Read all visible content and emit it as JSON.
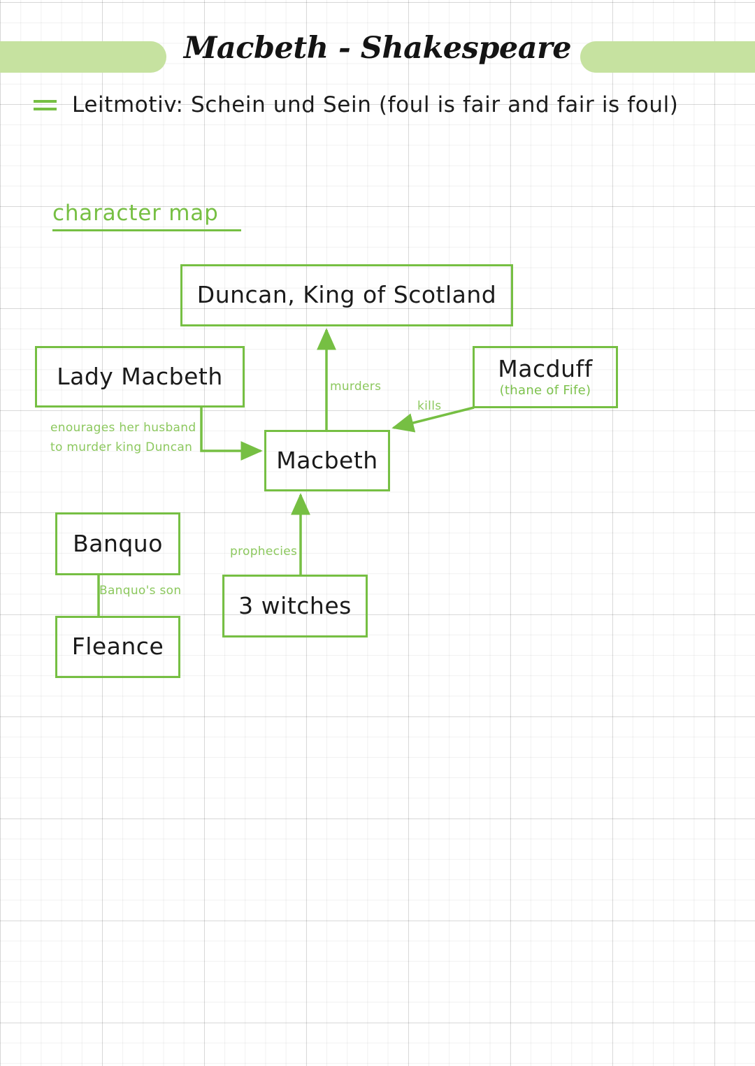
{
  "header": {
    "title": "Macbeth - Shakespeare",
    "highlight_color": "#c6e2a0",
    "leitmotiv_icon": "list-lines-icon",
    "leitmotiv": "Leitmotiv: Schein und Sein (foul is fair and fair is foul)"
  },
  "section": {
    "heading": "character map",
    "accent_color": "#76bf43"
  },
  "nodes": [
    {
      "id": "duncan",
      "label": "Duncan, King of Scotland",
      "sub": ""
    },
    {
      "id": "lady",
      "label": "Lady Macbeth",
      "sub": ""
    },
    {
      "id": "macduff",
      "label": "Macduff",
      "sub": "(thane of Fife)"
    },
    {
      "id": "macbeth",
      "label": "Macbeth",
      "sub": ""
    },
    {
      "id": "banquo",
      "label": "Banquo",
      "sub": ""
    },
    {
      "id": "fleance",
      "label": "Fleance",
      "sub": ""
    },
    {
      "id": "witches",
      "label": "3 witches",
      "sub": ""
    }
  ],
  "edges": [
    {
      "from": "macbeth",
      "to": "duncan",
      "label": "murders"
    },
    {
      "from": "macduff",
      "to": "macbeth",
      "label": "kills"
    },
    {
      "from": "lady",
      "to": "macbeth",
      "label": "enourages her husband to murder king Duncan"
    },
    {
      "from": "witches",
      "to": "macbeth",
      "label": "prophecies"
    },
    {
      "from": "banquo",
      "to": "fleance",
      "label": "Banquo's son"
    }
  ],
  "edge_labels": {
    "murders": "murders",
    "kills": "kills",
    "lady_line1": "enourages her husband",
    "lady_line2": "to murder king Duncan",
    "prophecies": "prophecies",
    "banquos_son": "Banquo's son"
  }
}
